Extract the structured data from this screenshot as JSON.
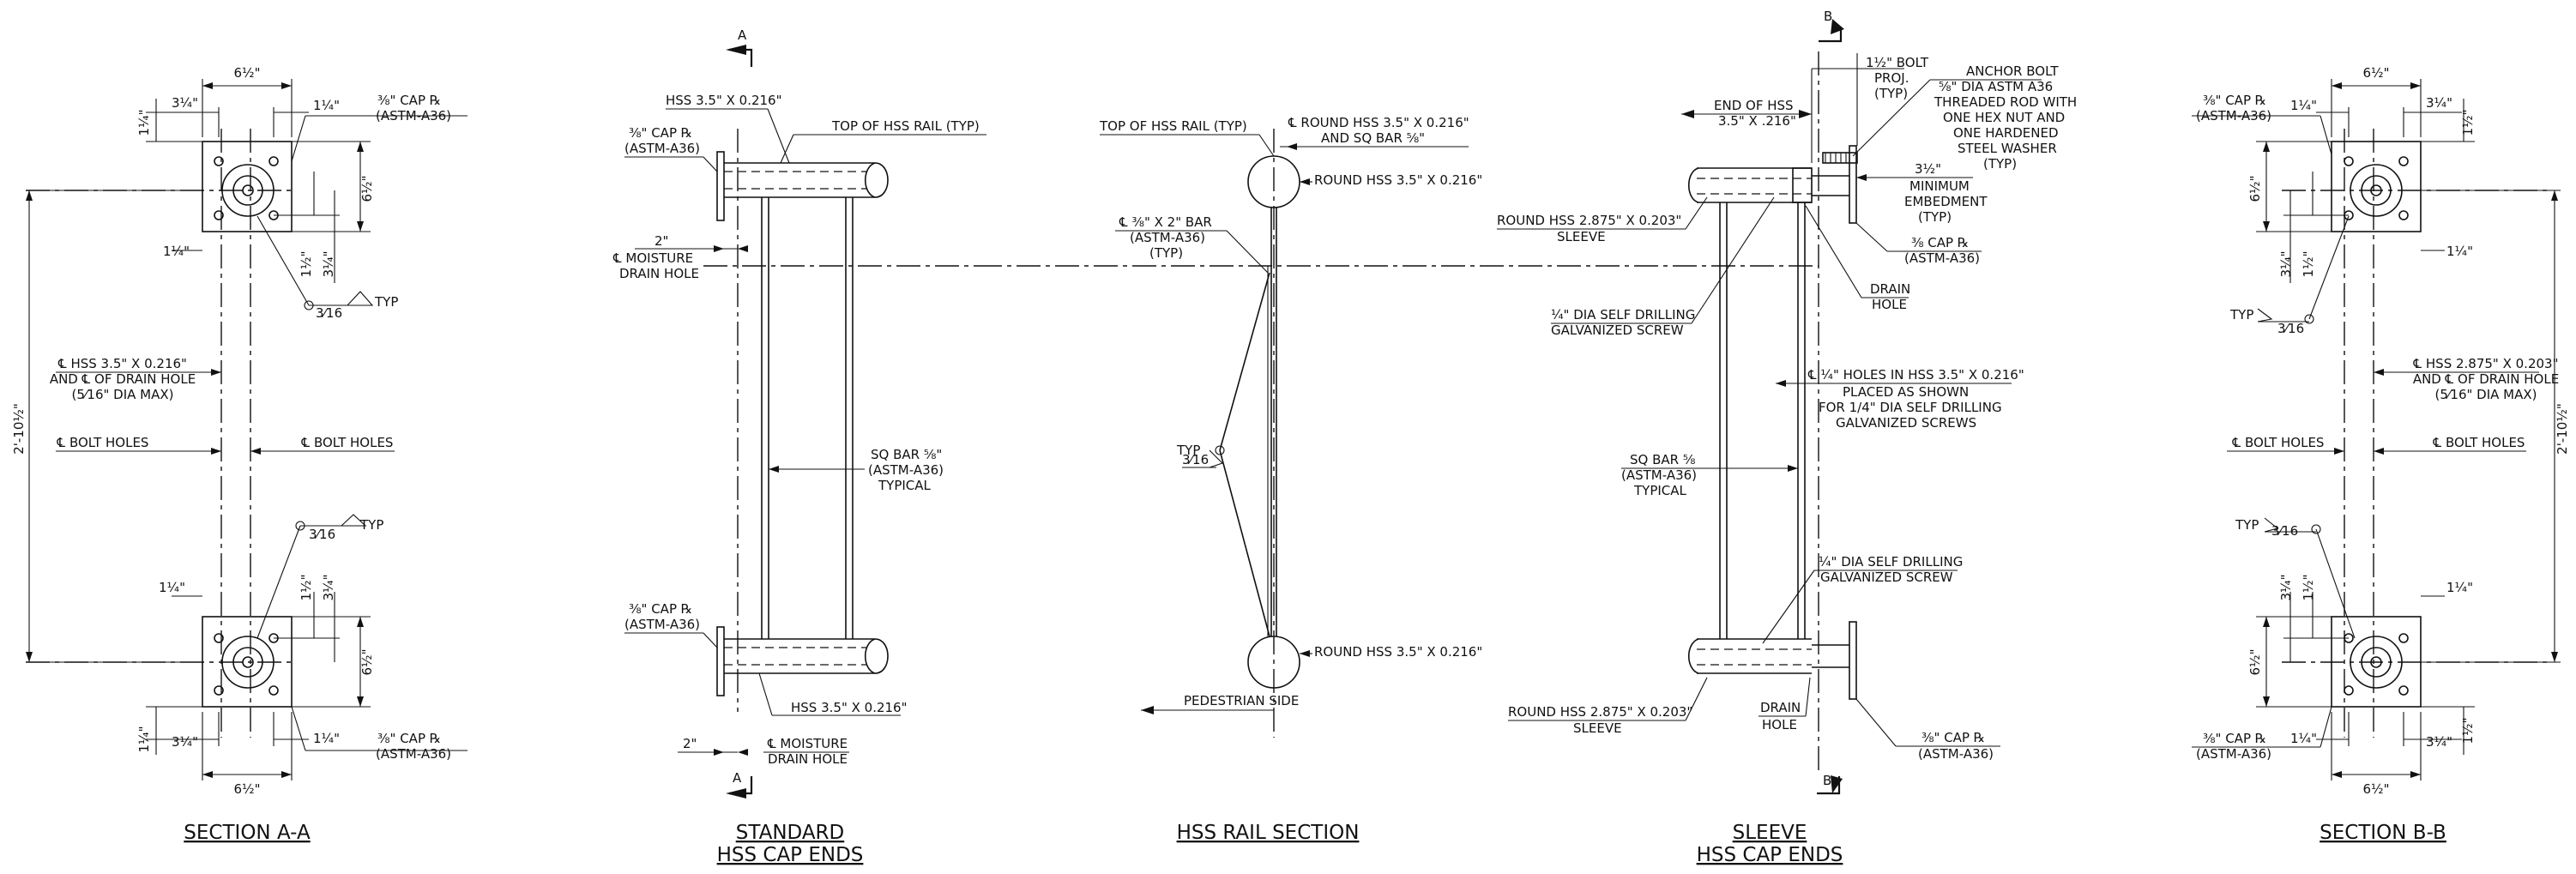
{
  "section_aa": {
    "title": "SECTION A-A",
    "top_width": "6½\"",
    "top_left_small": "1¼\"",
    "top_left_mid": "3¼\"",
    "top_right_small": "1¼\"",
    "cap_plate": "⅜\" CAP ℞",
    "cap_spec": "(ASTM-A36)",
    "plate_height": "6½\"",
    "side_small": "1¼\"",
    "in_small": "1½\"",
    "in_mid": "3¼\"",
    "weld_size": "3⁄16",
    "weld_typ": "TYP",
    "overall_height": "2'-10½\"",
    "centerline_line1": "℄ HSS 3.5\" X 0.216\"",
    "centerline_line2": "AND ℄ OF DRAIN HOLE",
    "centerline_line3": "(5⁄16\" DIA MAX)",
    "bolt_holes_left": "℄ BOLT HOLES",
    "bolt_holes_right": "℄ BOLT HOLES",
    "weld_typ2": "TYP",
    "weld_size2": "3⁄16",
    "bot_side_small": "1¼\"",
    "bot_in_small": "1½\"",
    "bot_in_mid": "3¼\"",
    "bot_plate_height": "6½\"",
    "bot_left_small": "1¼\"",
    "bot_left_mid": "3¼\"",
    "bot_right_small": "1¼\"",
    "bot_cap_plate": "⅜\" CAP ℞",
    "bot_cap_spec": "(ASTM-A36)",
    "bot_width": "6½\""
  },
  "standard_ends": {
    "title_line1": "STANDARD",
    "title_line2": "HSS CAP ENDS",
    "section_mark": "A",
    "section_mark_bottom": "A",
    "hss_top": "HSS 3.5\" X 0.216\"",
    "top_rail": "TOP OF HSS RAIL (TYP)",
    "cap_top": "⅜\" CAP ℞",
    "cap_top_spec": "(ASTM-A36)",
    "moisture_dim": "2\"",
    "moisture_line1": "℄ MOISTURE",
    "moisture_line2": "DRAIN HOLE",
    "sq_bar_line1": "SQ BAR ⅝\"",
    "sq_bar_line2": "(ASTM-A36)",
    "sq_bar_line3": "TYPICAL",
    "cap_bot": "⅜\" CAP ℞",
    "cap_bot_spec": "(ASTM-A36)",
    "hss_bot": "HSS 3.5\" X 0.216\"",
    "moisture_bot_dim": "2\"",
    "moisture_bot_line1": "℄ MOISTURE",
    "moisture_bot_line2": "DRAIN HOLE"
  },
  "rail_section": {
    "title": "HSS RAIL SECTION",
    "top_rail": "TOP OF HSS RAIL (TYP)",
    "round_hss_line1": "℄ ROUND HSS 3.5\" X 0.216\"",
    "round_hss_line2": "AND SQ BAR ⅝\"",
    "round_hss_top": "ROUND HSS 3.5\" X 0.216\"",
    "bar_line1": "℄ ⅜\" X 2\" BAR",
    "bar_line2": "(ASTM-A36)",
    "bar_line3": "(TYP)",
    "weld_typ": "TYP",
    "weld_size": "3⁄16",
    "round_hss_bot": "ROUND HSS 3.5\" X 0.216\"",
    "pedestrian": "PEDESTRIAN SIDE"
  },
  "sleeve_ends": {
    "title_line1": "SLEEVE",
    "title_line2": "HSS CAP ENDS",
    "section_mark": "B",
    "section_mark_bottom": "B",
    "end_hss_line1": "END OF HSS",
    "end_hss_line2": "3.5\" X .216\"",
    "bolt_proj_line1": "1½\" BOLT",
    "bolt_proj_line2": "PROJ.",
    "bolt_proj_line3": "(TYP)",
    "anchor_line1": "ANCHOR BOLT",
    "anchor_line2": "⅝\" DIA ASTM A36",
    "anchor_line3": "THREADED ROD WITH",
    "anchor_line4": "ONE HEX NUT AND",
    "anchor_line5": "ONE HARDENED",
    "anchor_line6": "STEEL WASHER",
    "anchor_line7": "(TYP)",
    "embed_line1": "3½\"",
    "embed_line2": "MINIMUM",
    "embed_line3": "EMBEDMENT",
    "embed_line4": "(TYP)",
    "sleeve_top_line1": "ROUND HSS 2.875\" X 0.203\"",
    "sleeve_top_line2": "SLEEVE",
    "cap_line1": "⅜ CAP ℞",
    "cap_line2": "(ASTM-A36)",
    "drain_line1": "DRAIN",
    "drain_line2": "HOLE",
    "screw_top_line1": "¼\" DIA SELF DRILLING",
    "screw_top_line2": "GALVANIZED SCREW",
    "holes_line1": "℄ ¼\" HOLES IN HSS 3.5\" X 0.216\"",
    "holes_line2": "PLACED AS SHOWN",
    "holes_line3": "FOR 1/4\" DIA SELF DRILLING",
    "holes_line4": "GALVANIZED SCREWS",
    "sq_bar_line1": "SQ BAR ⅝",
    "sq_bar_line2": "(ASTM-A36)",
    "sq_bar_line3": "TYPICAL",
    "screw_bot_line1": "¼\" DIA SELF DRILLING",
    "screw_bot_line2": "GALVANIZED SCREW",
    "sleeve_bot_line1": "ROUND HSS 2.875\" X 0.203\"",
    "sleeve_bot_line2": "SLEEVE",
    "drain_bot_line1": "DRAIN",
    "drain_bot_line2": "HOLE",
    "cap_bot_line1": "⅜\" CAP ℞",
    "cap_bot_line2": "(ASTM-A36)"
  },
  "section_bb": {
    "title": "SECTION B-B",
    "top_width": "6½\"",
    "cap_plate": "⅜\" CAP ℞",
    "cap_spec": "(ASTM-A36)",
    "top_left_small": "1¼\"",
    "top_right_mid": "3¼\"",
    "top_right_small": "1½\"",
    "plate_height": "6½\"",
    "in_mid": "3¼\"",
    "in_small": "1½\"",
    "side_small": "1¼\"",
    "weld_typ": "TYP",
    "weld_size": "3⁄16",
    "centerline_line1": "℄ HSS 2.875\" X 0.203\"",
    "centerline_line2": "AND ℄ OF DRAIN HOLE",
    "centerline_line3": "(5⁄16\" DIA MAX)",
    "overall_height": "2'-10½\"",
    "bolt_holes_left": "℄ BOLT HOLES",
    "bolt_holes_right": "℄ BOLT HOLES",
    "weld_typ2": "TYP",
    "weld_size2": "3⁄16",
    "bot_in_mid": "3¼\"",
    "bot_in_small": "1½\"",
    "bot_side_small": "1¼\"",
    "bot_plate_height": "6½\"",
    "bot_cap_plate": "⅜\" CAP ℞",
    "bot_cap_spec": "(ASTM-A36)",
    "bot_left_small": "1¼\"",
    "bot_right_mid": "3¼\"",
    "bot_right_small": "1½\"",
    "bot_width": "6½\""
  }
}
